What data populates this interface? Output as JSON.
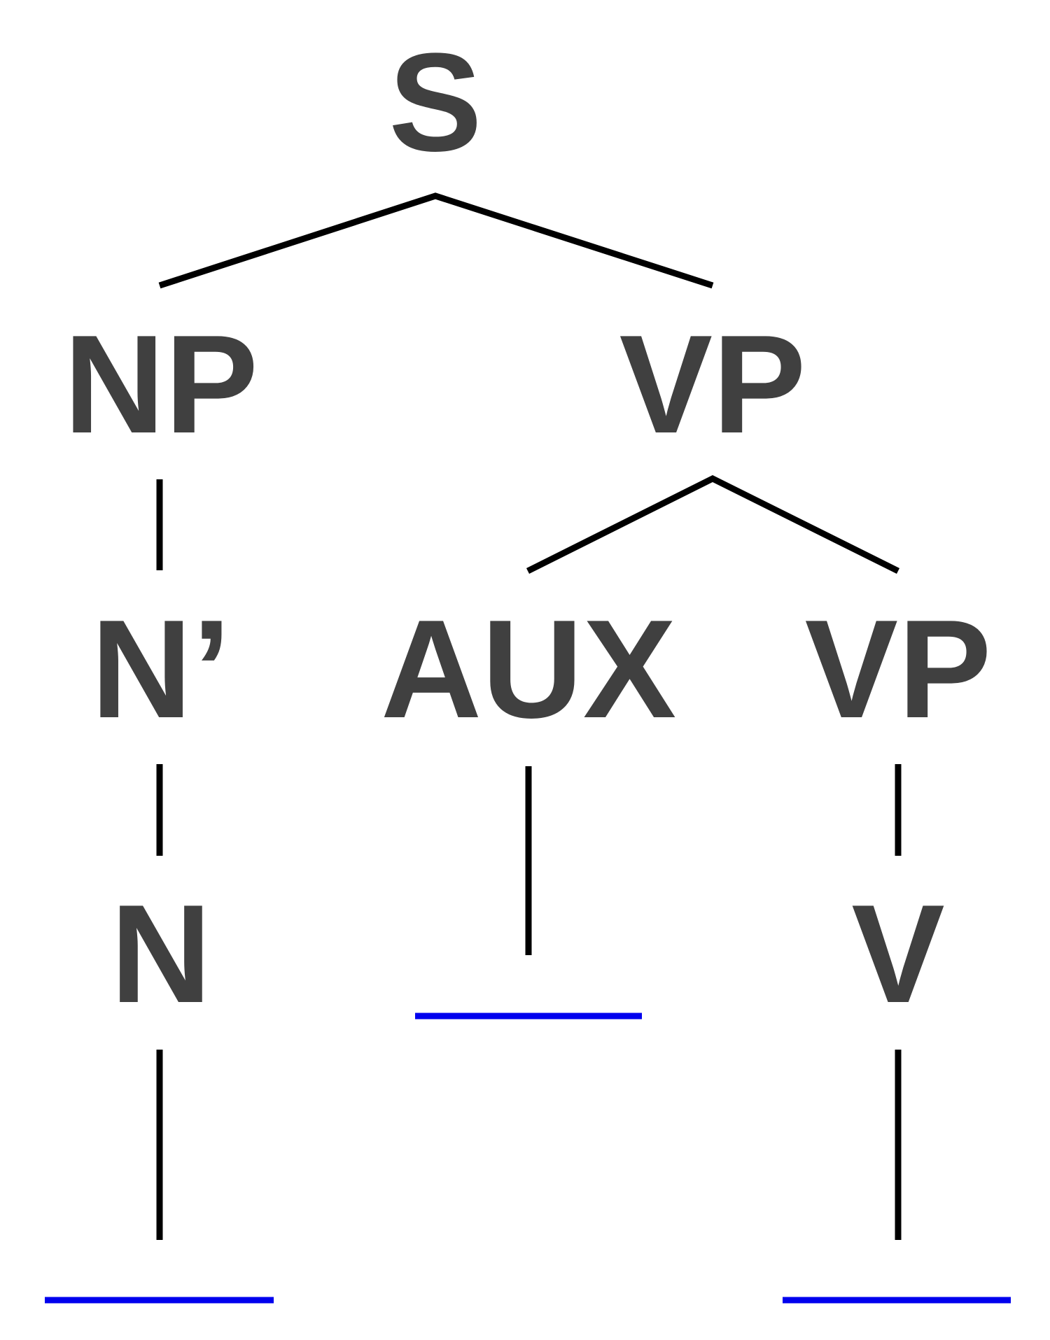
{
  "tree": {
    "label_color": "#404040",
    "branch_color": "#000000",
    "blank_color": "#0000ee",
    "nodes": {
      "s": "S",
      "np": "NP",
      "vp_upper": "VP",
      "n_bar": "N’",
      "aux": "AUX",
      "vp_lower": "VP",
      "n": "N",
      "v": "V"
    },
    "blanks": {
      "n_word": "",
      "aux_word": "",
      "v_word": ""
    }
  }
}
